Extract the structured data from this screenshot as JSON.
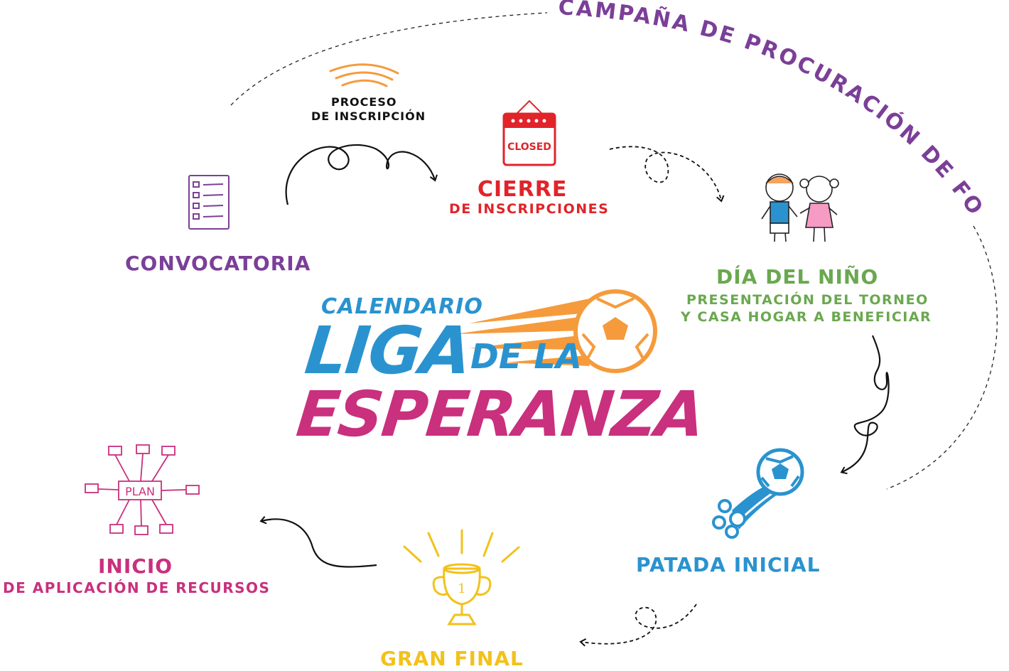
{
  "colors": {
    "purple": "#7b3f98",
    "red": "#e0242a",
    "green": "#6aa84f",
    "blue": "#2a93cf",
    "yellow": "#f2c21b",
    "magenta": "#c9307d",
    "orange": "#f59b3c",
    "dark": "#111111"
  },
  "campaign": {
    "label": "CAMPAÑA DE PROCURACIÓN DE FONDOS"
  },
  "logo": {
    "line1": "CALENDARIO",
    "line2": "LIGA",
    "line3": "DE LA",
    "line4": "ESPERANZA"
  },
  "steps": {
    "convocatoria": {
      "title": "CONVOCATORIA",
      "icon": "checklist-icon"
    },
    "inscripcion": {
      "line1": "PROCESO",
      "line2": "DE INSCRIPCIÓN",
      "icon": "signal-icon"
    },
    "cierre": {
      "title": "CIERRE",
      "subtitle": "DE INSCRIPCIONES",
      "sign_text": "CLOSED",
      "icon": "closed-sign-icon"
    },
    "dia_nino": {
      "title": "DÍA DEL NIÑO",
      "line1": "PRESENTACIÓN DEL TORNEO",
      "line2": "Y CASA HOGAR A BENEFICIAR",
      "icon": "children-icon"
    },
    "patada": {
      "title": "PATADA INICIAL",
      "icon": "kicked-ball-icon"
    },
    "final": {
      "title": "GRAN FINAL",
      "trophy_number": "1",
      "icon": "trophy-icon"
    },
    "inicio": {
      "title": "INICIO",
      "subtitle": "DE APLICACIÓN DE RECURSOS",
      "plan_text": "PLAN",
      "icon": "plan-diagram-icon"
    }
  }
}
